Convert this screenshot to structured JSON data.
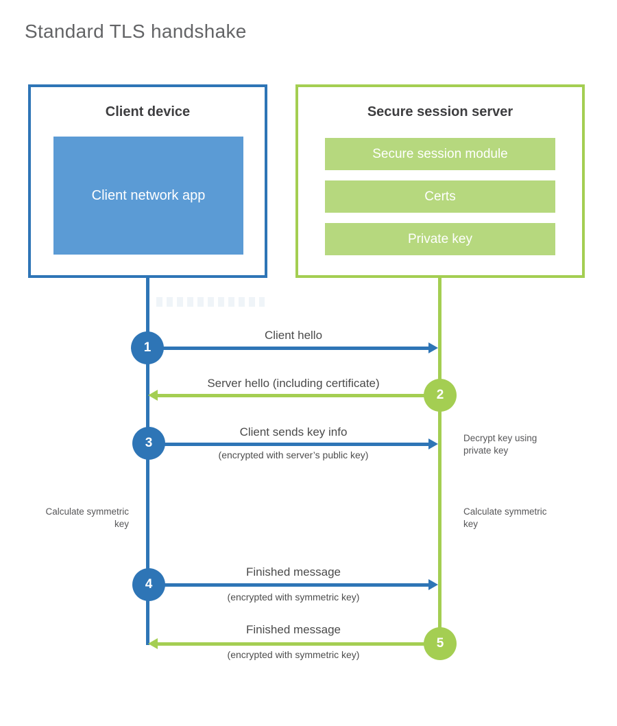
{
  "title": "Standard TLS handshake",
  "client": {
    "title": "Client device",
    "app_label": "Client network app"
  },
  "server": {
    "title": "Secure session server",
    "modules": [
      "Secure session module",
      "Certs",
      "Private key"
    ]
  },
  "steps": [
    {
      "num": "1",
      "label": "Client hello",
      "sub": "",
      "direction": "client-to-server",
      "color": "#2e75b6"
    },
    {
      "num": "2",
      "label": "Server hello (including certificate)",
      "sub": "",
      "direction": "server-to-client",
      "color": "#a4ce52"
    },
    {
      "num": "3",
      "label": "Client sends key info",
      "sub": "(encrypted with server’s public key)",
      "direction": "client-to-server",
      "color": "#2e75b6"
    },
    {
      "num": "4",
      "label": "Finished message",
      "sub": "(encrypted with symmetric key)",
      "direction": "client-to-server",
      "color": "#2e75b6"
    },
    {
      "num": "5",
      "label": "Finished message",
      "sub": "(encrypted with symmetric key)",
      "direction": "server-to-client",
      "color": "#a4ce52"
    }
  ],
  "notes": {
    "decrypt": "Decrypt key using private key",
    "calc_left": "Calculate symmetric key",
    "calc_right": "Calculate symmetric key"
  },
  "colors": {
    "blue_line": "#2e75b6",
    "blue_fill": "#5b9bd5",
    "green_line": "#a4ce52",
    "green_fill": "#b6d87e"
  }
}
